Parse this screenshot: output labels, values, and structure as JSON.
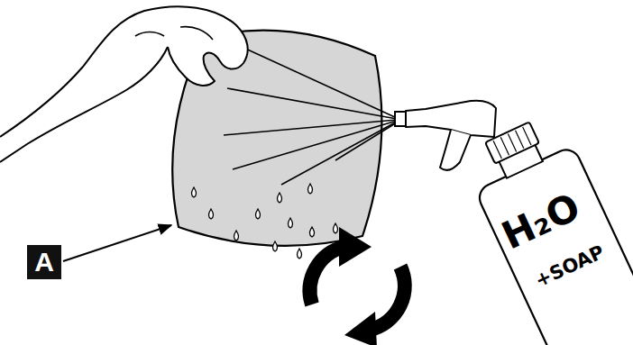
{
  "diagram": {
    "nodes": [
      {
        "text": [
          "A"
        ]
      }
    ],
    "labels": [
      "H₂O",
      "+SOAP"
    ]
  }
}
